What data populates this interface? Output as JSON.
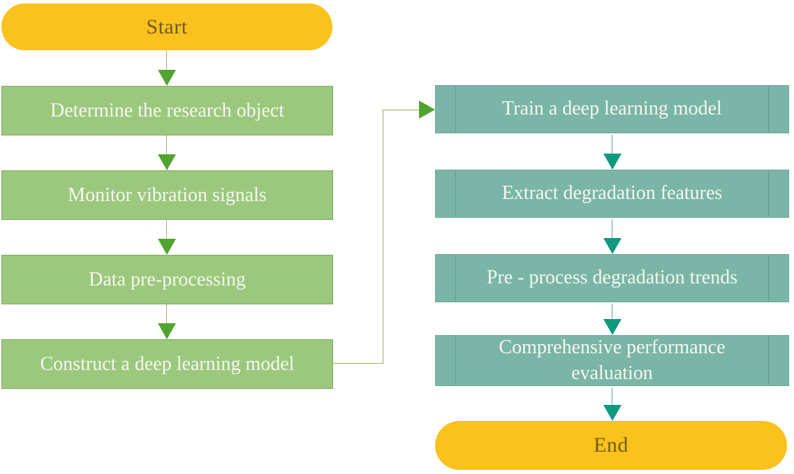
{
  "diagram": {
    "type": "flowchart",
    "start": {
      "label": "Start"
    },
    "end": {
      "label": "End"
    },
    "left_steps": [
      {
        "label": "Determine the research object"
      },
      {
        "label": "Monitor vibration signals"
      },
      {
        "label": "Data pre-processing"
      },
      {
        "label": "Construct a deep learning model"
      }
    ],
    "right_steps": [
      {
        "label": "Train a deep learning model"
      },
      {
        "label": "Extract degradation features"
      },
      {
        "label": "Pre - process degradation trends"
      },
      {
        "label": "Comprehensive performance evaluation"
      }
    ],
    "colors": {
      "terminator_fill": "#fbc11c",
      "terminator_text": "#6f5b1d",
      "left_step_fill": "#9cc87e",
      "left_step_border": "#79ab57",
      "left_arrow_head": "#51a430",
      "right_step_fill": "#7ab5a7",
      "right_step_border": "#69a897",
      "right_step_inner_line": "#5d9e8f",
      "right_arrow_head": "#0f9a80",
      "connector_line": "#a6a45c",
      "step_text": "#f4f8ee"
    }
  }
}
